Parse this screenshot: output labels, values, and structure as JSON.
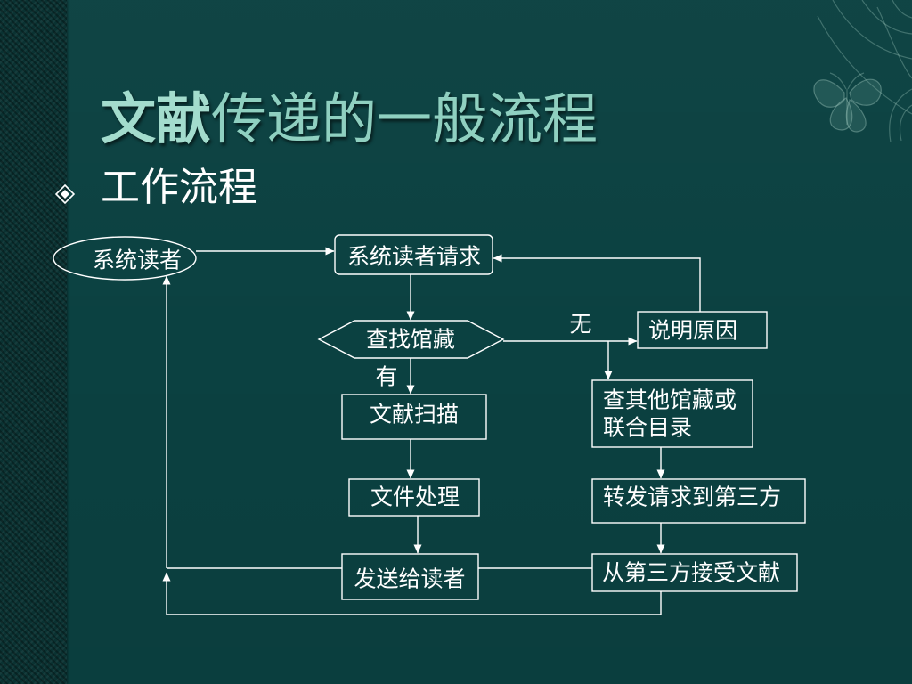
{
  "slide": {
    "title_strong": "文献",
    "title_rest": "传递的一般流程",
    "bullet": "工作流程"
  },
  "diagram": {
    "nodes": {
      "reader": "系统读者",
      "request": "系统读者请求",
      "search": "查找馆藏",
      "explain": "说明原因",
      "scan": "文献扫描",
      "process": "文件处理",
      "send": "发送给读者",
      "other_catalog": [
        "查其他馆藏或",
        "联合目录"
      ],
      "forward": "转发请求到第三方",
      "receive": "从第三方接受文献"
    },
    "branch_labels": {
      "not_found": "无",
      "found": "有"
    }
  },
  "icons": {
    "bullet": "diamond-bullet-icon",
    "corner_decoration": "butterfly-ornament-icon"
  },
  "colors": {
    "background": "#0b4141",
    "side_strip": "#0a3232",
    "title": "#8fd0c0",
    "title_strong": "#a3dccd",
    "diagram_line": "#ffffff",
    "text": "#ffffff"
  }
}
